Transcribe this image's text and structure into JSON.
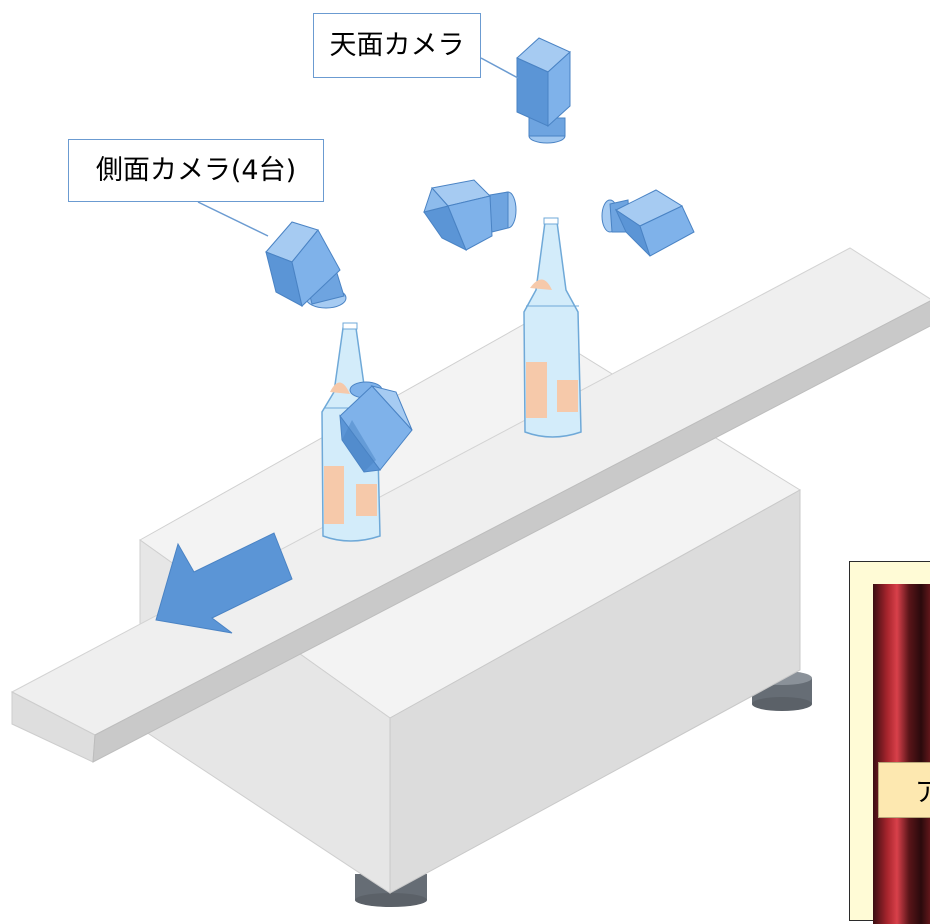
{
  "labels": {
    "top_camera": "天面カメラ",
    "side_cameras": "側面カメラ(4台)"
  },
  "inset": {
    "caption_fragment": "ア"
  },
  "colors": {
    "camera_light": "#7fb2ea",
    "camera_mid": "#5b95d6",
    "camera_dark": "#3f73b8",
    "arrow": "#5b95d6",
    "bottle": "#d3ecfa",
    "label_patch": "#f6c9aa",
    "machine": "#f2f2f2",
    "conveyor": "#f0f0f0"
  }
}
